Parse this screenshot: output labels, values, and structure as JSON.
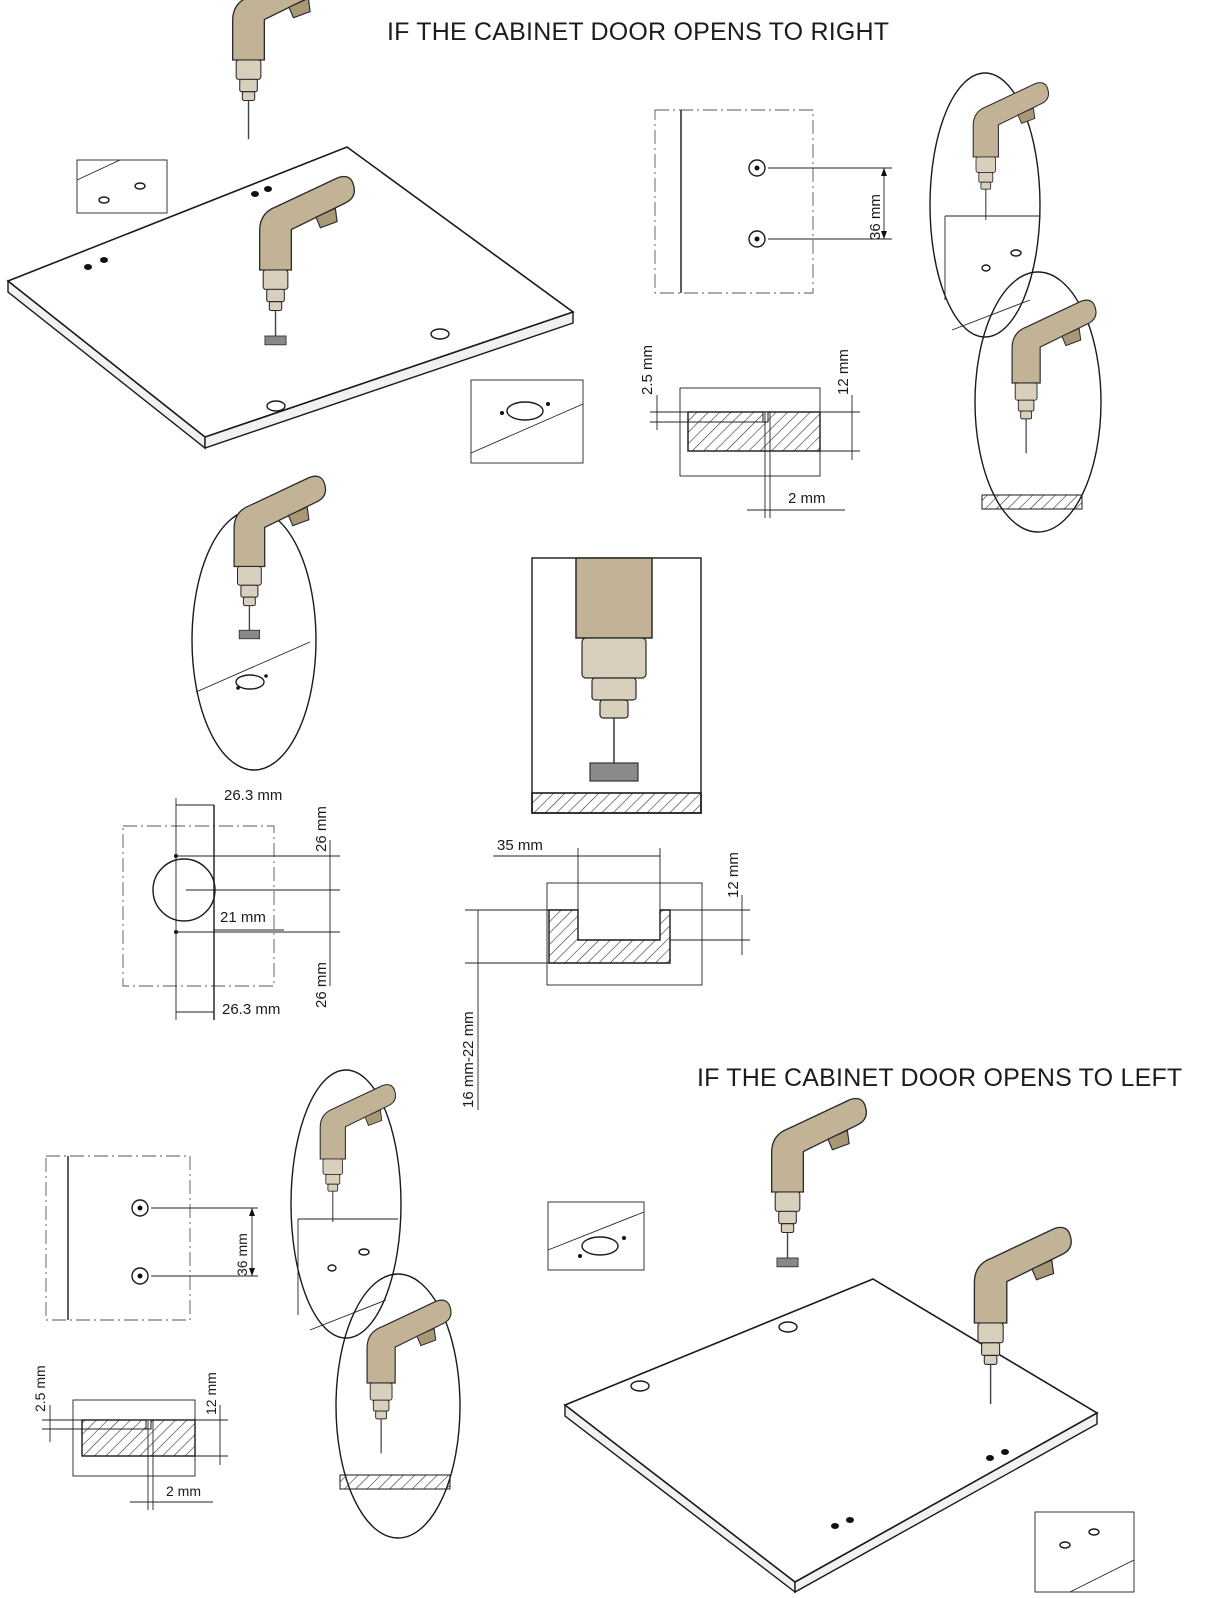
{
  "headings": {
    "opens_right": "IF THE CABINET DOOR OPENS TO RIGHT",
    "opens_left": "IF THE CABINET DOOR OPENS TO LEFT"
  },
  "dimensions": {
    "pilot_hole_spacing": "36 mm",
    "pilot_depth": "2.5 mm",
    "board_thickness": "12 mm",
    "pilot_diameter": "2 mm",
    "edge_offset": "26.3 mm",
    "hole_offset": "26 mm",
    "cup_center_distance": "21 mm",
    "cup_diameter": "35 mm",
    "cup_depth": "12 mm",
    "door_thickness_range": "16 mm-22 mm"
  },
  "colors": {
    "drill_body": "#c2b296",
    "drill_shadow": "#a89878",
    "line": "#1a1a1a"
  },
  "icons": [
    "drill-icon",
    "forstner-bit-icon",
    "pilot-bit-icon"
  ]
}
